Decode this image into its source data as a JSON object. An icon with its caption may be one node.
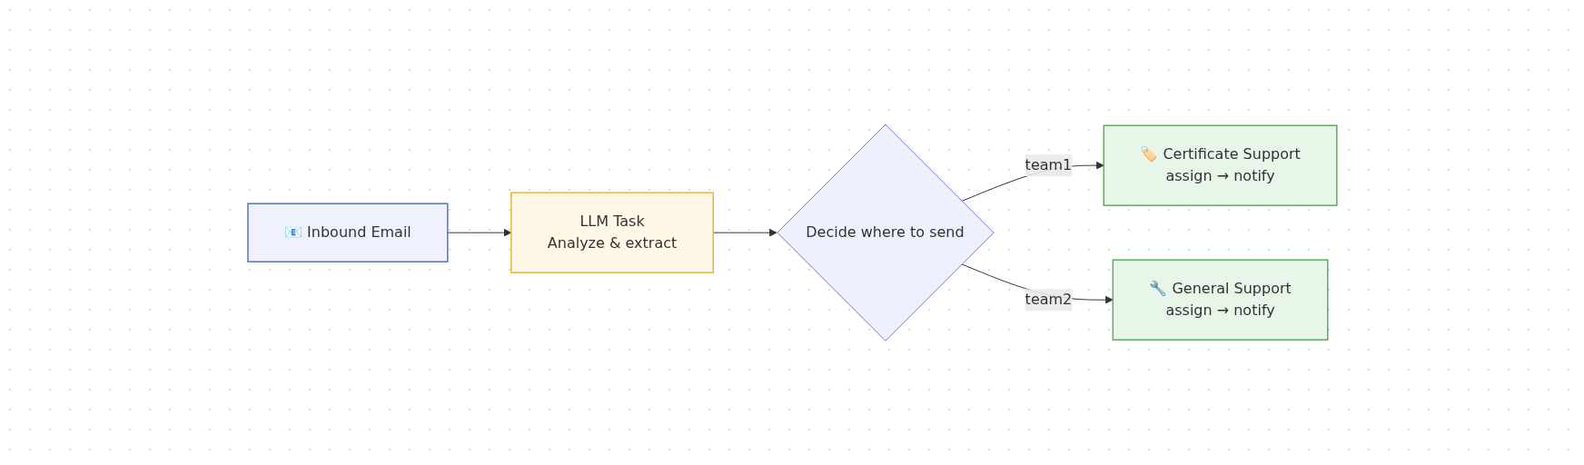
{
  "diagram": {
    "nodes": [
      {
        "text": [
          "📧 Inbound Email"
        ]
      },
      {
        "text": [
          "LLM Task",
          "Analyze & extract"
        ]
      },
      {
        "text": [
          "Decide where to send"
        ]
      },
      {
        "text": [
          "🏷️ Certificate Support",
          "assign → notify"
        ]
      },
      {
        "text": [
          "🔧 General Support",
          "assign → notify"
        ]
      }
    ],
    "edges": [
      {
        "from": 0,
        "to": 1,
        "arrow": "to"
      },
      {
        "from": 1,
        "to": 2,
        "arrow": "to"
      },
      {
        "from": 2,
        "to": 3,
        "arrow": "to",
        "label": "team1"
      },
      {
        "from": 2,
        "to": 4,
        "arrow": "to",
        "label": "team2"
      }
    ]
  }
}
